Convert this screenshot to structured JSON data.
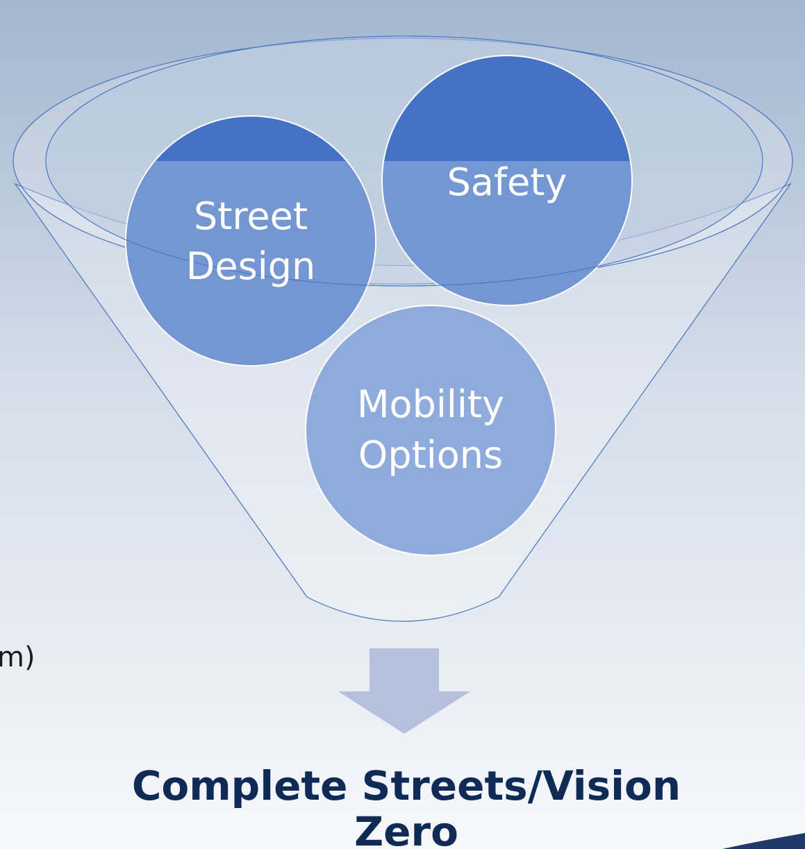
{
  "diagram": {
    "circles": [
      {
        "id": "street-design",
        "lines": [
          "Street",
          "Design"
        ]
      },
      {
        "id": "safety",
        "lines": [
          "Safety"
        ]
      },
      {
        "id": "mobility-options",
        "lines": [
          "Mobility",
          "Options"
        ]
      }
    ],
    "result": {
      "line1": "Complete Streets/Vision",
      "line2": "Zero"
    },
    "side_fragment": "m)"
  },
  "colors": {
    "dark_circle": "#4472c4",
    "light_circle": "#8faadc",
    "arrow": "#b4c0de",
    "funnel_stroke": "#4472c4",
    "result_text": "#0f2a55",
    "bg_top": "#a3b6cf",
    "bg_bottom": "#f6f8fb"
  }
}
